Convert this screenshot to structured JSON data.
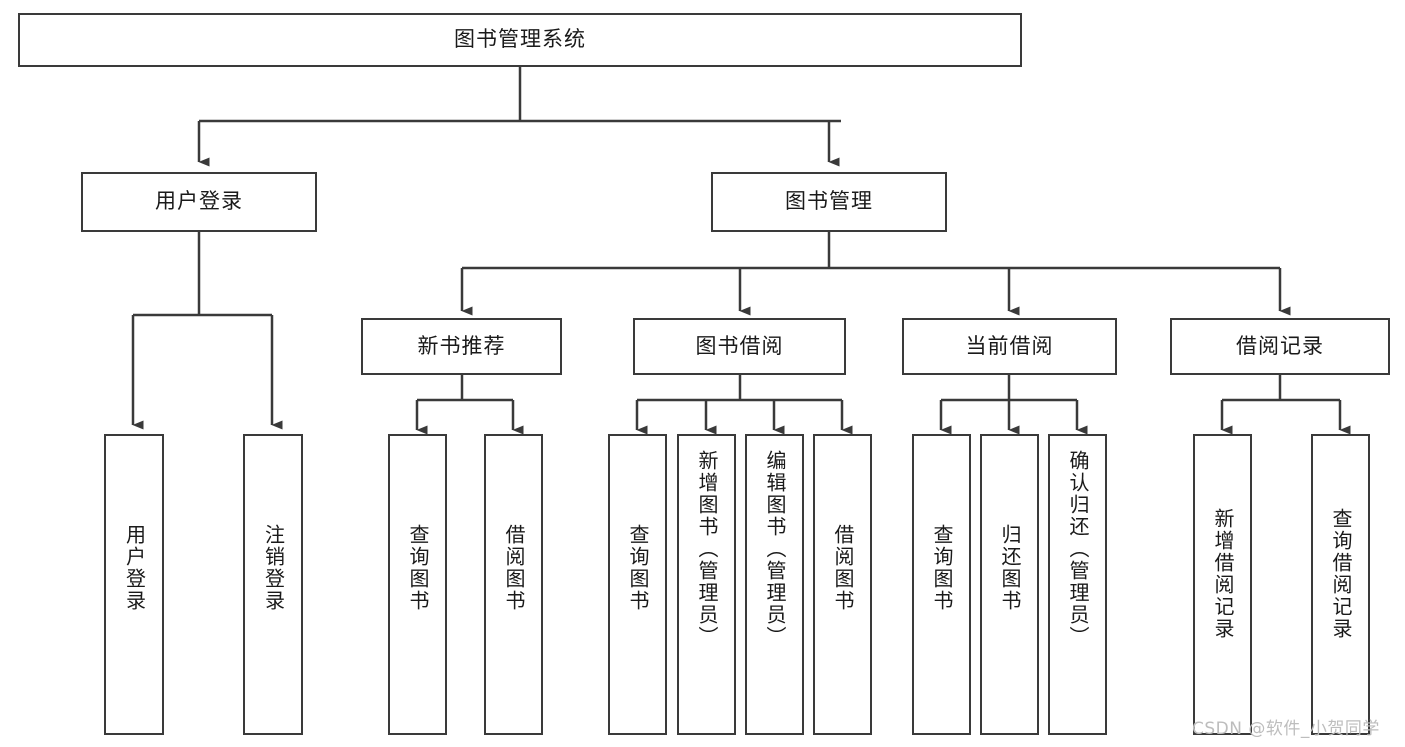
{
  "diagram": {
    "title": "图书管理系统",
    "type": "tree-hierarchy-diagram",
    "root": {
      "label": "图书管理系统"
    },
    "level2": [
      {
        "label": "用户登录"
      },
      {
        "label": "图书管理"
      }
    ],
    "level3": [
      {
        "label": "新书推荐"
      },
      {
        "label": "图书借阅"
      },
      {
        "label": "当前借阅"
      },
      {
        "label": "借阅记录"
      }
    ],
    "leaves_user_login": [
      {
        "label": "用户登录"
      },
      {
        "label": "注销登录"
      }
    ],
    "leaves_new_book": [
      {
        "label": "查询图书"
      },
      {
        "label": "借阅图书"
      }
    ],
    "leaves_book_borrow": [
      {
        "label": "查询图书"
      },
      {
        "label": "新增图书（管理员）"
      },
      {
        "label": "编辑图书（管理员）"
      },
      {
        "label": "借阅图书"
      }
    ],
    "leaves_current_borrow": [
      {
        "label": "查询图书"
      },
      {
        "label": "归还图书"
      },
      {
        "label": "确认归还（管理员）"
      }
    ],
    "leaves_borrow_record": [
      {
        "label": "新增借阅记录"
      },
      {
        "label": "查询借阅记录"
      }
    ]
  },
  "watermark": {
    "text": "CSDN @软件_小贺同学"
  },
  "colors": {
    "border": "#3a3a3a",
    "text": "#1a1a1a",
    "background": "#ffffff",
    "watermark": "#bdbdbd"
  }
}
